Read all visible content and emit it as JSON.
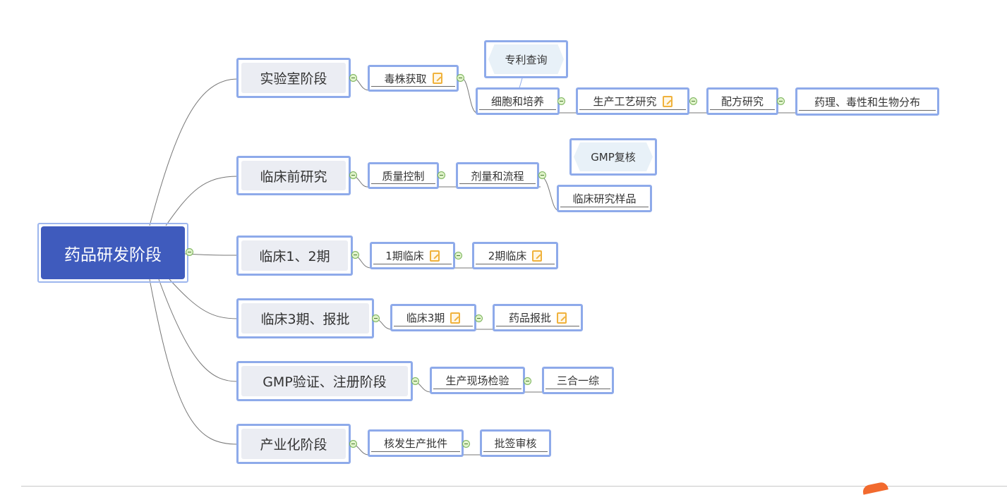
{
  "root": "药品研发阶段",
  "branches": [
    {
      "label": "实验室阶段",
      "children": [
        "毒株获取",
        "细胞和培养",
        "生产工艺研究",
        "配方研究",
        "药理、毒性和生物分布"
      ],
      "callout": "专利查询"
    },
    {
      "label": "临床前研究",
      "children": [
        "质量控制",
        "剂量和流程",
        "临床研究样品"
      ],
      "callout": "GMP复核"
    },
    {
      "label": "临床1、2期",
      "children": [
        "1期临床",
        "2期临床"
      ]
    },
    {
      "label": "临床3期、报批",
      "children": [
        "临床3期",
        "药品报批"
      ]
    },
    {
      "label": "GMP验证、注册阶段",
      "children": [
        "生产现场检验",
        "三合一综"
      ]
    },
    {
      "label": "产业化阶段",
      "children": [
        "核发生产批件",
        "批签审核"
      ]
    }
  ],
  "colors": {
    "root": "#3f5bbd",
    "border": "#8eaaea",
    "topic_fill": "#ebedf3",
    "note": "#f0b23c"
  }
}
